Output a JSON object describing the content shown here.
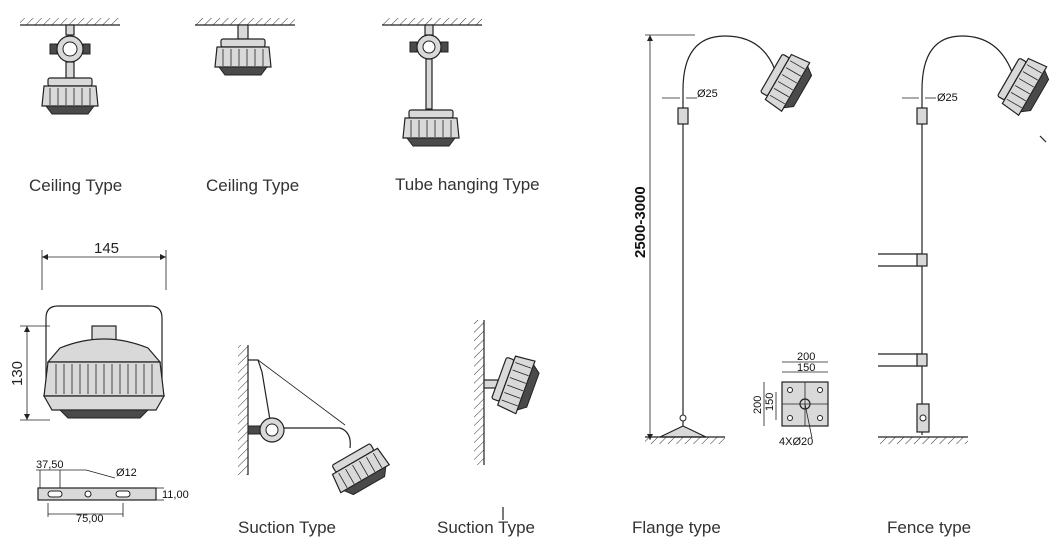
{
  "captions": {
    "ceiling_1": "Ceiling  Type",
    "ceiling_2": "Ceiling  Type",
    "tube": "Tube hanging Type",
    "suction_1": "Suction Type",
    "suction_2": "Suction Type",
    "flange": "Flange type",
    "fence": "Fence type"
  },
  "dimensions": {
    "width_145": "145",
    "height_130": "130",
    "d_37_50": "37,50",
    "d_phi12": "Ø12",
    "d_11_00": "11,00",
    "d_75_00": "75,00",
    "pole_height": "2500-3000",
    "flange_phi25": "Ø25",
    "fence_phi25": "Ø25",
    "base_200_w": "200",
    "base_150_w": "150",
    "base_200_h": "200",
    "base_150_h": "150",
    "holes": "4XØ20"
  }
}
